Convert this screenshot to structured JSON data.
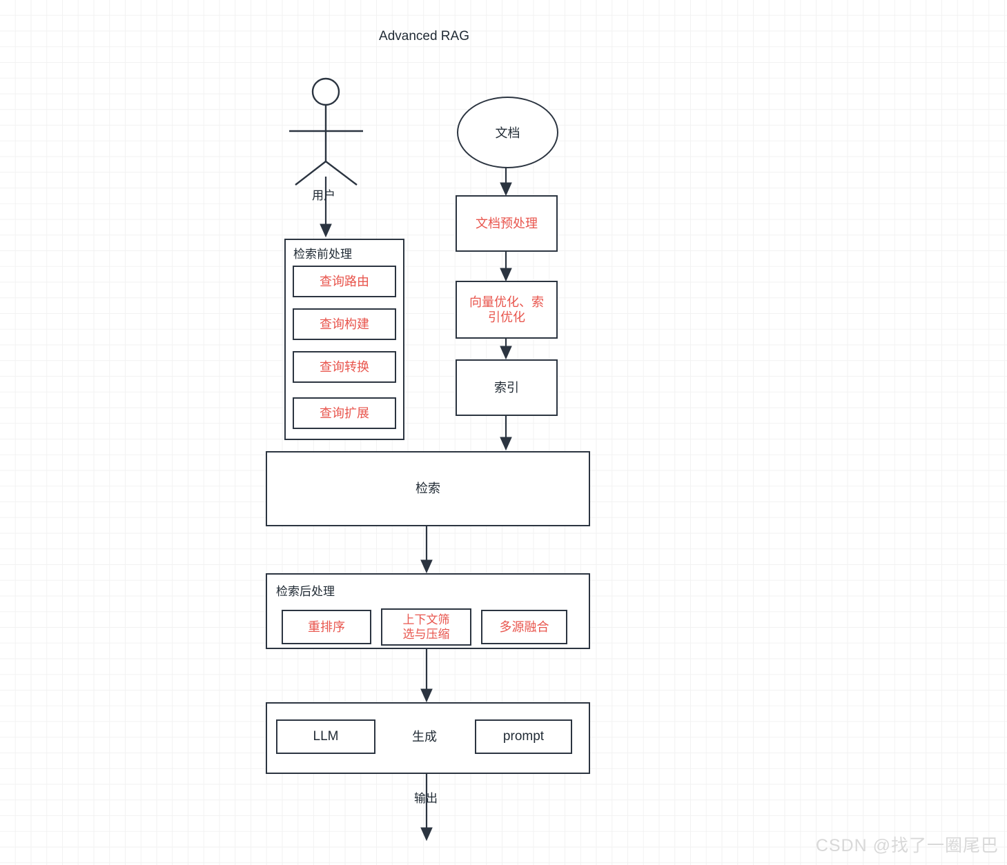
{
  "diagram": {
    "title": "Advanced RAG",
    "actor": {
      "icon": "user-stick-figure",
      "label": "用户"
    },
    "source": {
      "shape": "ellipse",
      "label": "文档"
    },
    "pre_retrieval": {
      "title": "检索前处理",
      "steps": [
        {
          "label": "查询路由",
          "color": "#e8554d"
        },
        {
          "label": "查询构建",
          "color": "#e8554d"
        },
        {
          "label": "查询转换",
          "color": "#e8554d"
        },
        {
          "label": "查询扩展",
          "color": "#e8554d"
        }
      ]
    },
    "indexing_pipeline": [
      {
        "label": "文档预处理",
        "color": "#e8554d"
      },
      {
        "label": "向量优化、索\n引优化",
        "line1": "向量优化、索",
        "line2": "引优化",
        "color": "#e8554d"
      },
      {
        "label": "索引",
        "color": "#1f2933"
      }
    ],
    "retrieval": {
      "label": "检索"
    },
    "post_retrieval": {
      "title": "检索后处理",
      "steps": [
        {
          "label": "重排序",
          "color": "#e8554d"
        },
        {
          "label": "上下文筛选与压缩",
          "line1": "上下文筛",
          "line2": "选与压缩",
          "color": "#e8554d"
        },
        {
          "label": "多源融合",
          "color": "#e8554d"
        }
      ]
    },
    "generation": {
      "label": "生成",
      "left_box": "LLM",
      "right_box": "prompt"
    },
    "output": {
      "label": "输出"
    },
    "watermark": "CSDN @找了一圈尾巴",
    "colors": {
      "stroke": "#2b3440",
      "accent_red": "#e8554d",
      "text": "#1f2933",
      "grid_minor": "#f2f2f2",
      "grid_major": "#e6e6e6"
    }
  }
}
